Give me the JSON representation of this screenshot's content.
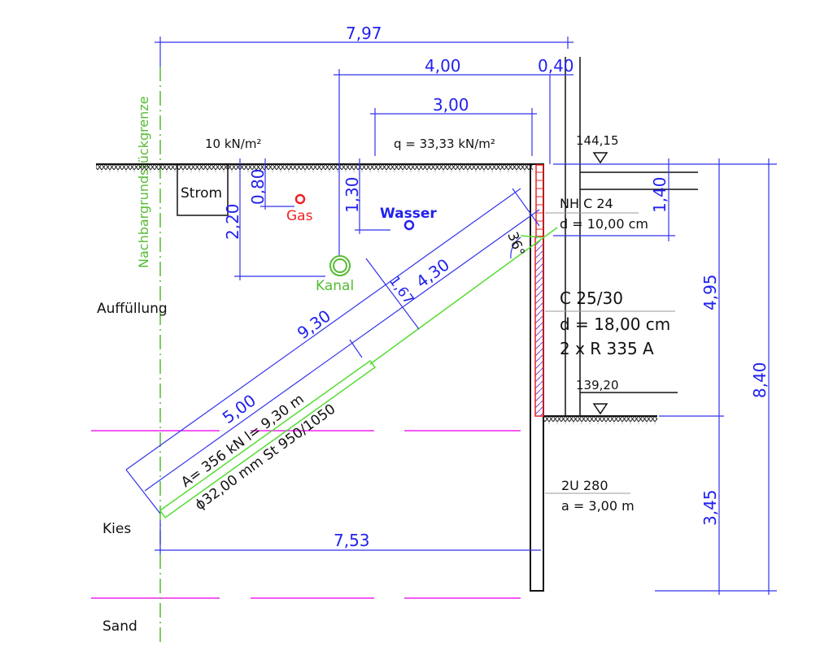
{
  "dimensions": {
    "total_width": "7,97",
    "dist_4": "4,00",
    "wall_width": "0,40",
    "load_width": "3,00",
    "depth_strom": "2,20",
    "depth_gas": "0,80",
    "depth_wasser": "1,30",
    "timber_height": "1,40",
    "excavation_depth": "4,95",
    "total_depth": "8,40",
    "embedment": "3,45",
    "anchor_length": "9,30",
    "grout_length": "5,00",
    "free_length": "4,30",
    "offset": "1,67",
    "anchor_horizontal": "7,53",
    "anchor_angle": "36°"
  },
  "loads": {
    "left": "10 kN/m²",
    "right": "q = 33,33 kN/m²"
  },
  "utilities": {
    "strom": "Strom",
    "gas": "Gas",
    "wasser": "Wasser",
    "kanal": "Kanal"
  },
  "boundary": "Nachbargrundstückgrenze",
  "soils": [
    "Auffüllung",
    "Kies",
    "Sand"
  ],
  "levels": {
    "top": "144,15",
    "bottom": "139,20"
  },
  "timber": {
    "type": "NH C 24",
    "thickness": "d = 10,00 cm"
  },
  "concrete": {
    "type": "C 25/30",
    "thickness": "d = 18,00 cm",
    "reinforcement": "2 x R 335 A"
  },
  "pile": {
    "type": "2U 280",
    "spacing": "a = 3,00 m"
  },
  "anchor": {
    "force": "A= 356 kN  l= 9,30 m",
    "spec": "ϕ32,00 mm  St 950/1050"
  },
  "colors": {
    "dimension": "#2222ee",
    "gas": "#ee2222",
    "kanal": "#55bb33",
    "layer": "#ee22ee"
  }
}
